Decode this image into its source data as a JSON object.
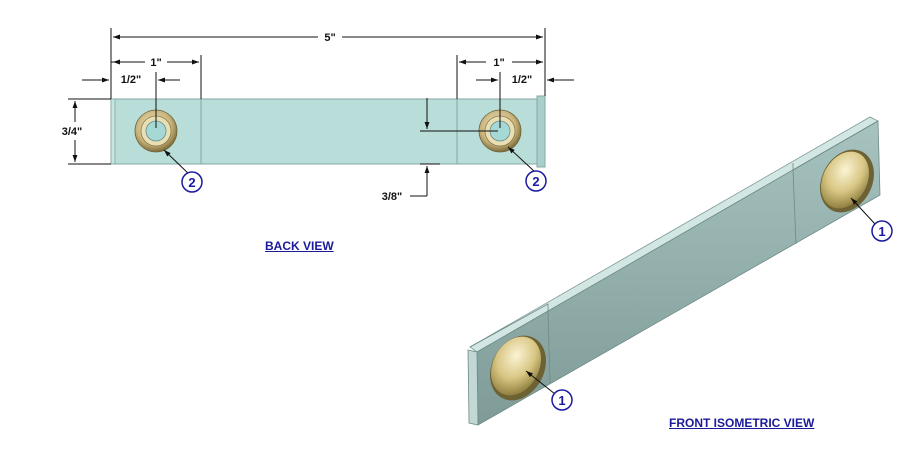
{
  "views": {
    "back": {
      "title": "BACK VIEW"
    },
    "front_iso": {
      "title": "FRONT ISOMETRIC VIEW"
    }
  },
  "dimensions": {
    "overall_length": "5\"",
    "left_hole_span": "1\"",
    "left_hole_offset": "1/2\"",
    "right_hole_span": "1\"",
    "right_hole_offset": "1/2\"",
    "height": "3/4\"",
    "hole_center_height": "3/8\""
  },
  "balloons": {
    "back_left": "2",
    "back_right": "2",
    "iso_right": "1",
    "iso_left": "1"
  },
  "colors": {
    "strap_fill": "#b8dcd8",
    "strap_edge": "#7a9a98",
    "iso_face": "#8eaaa6",
    "iso_top": "#c9dedb",
    "button_gold": "#d9c98a",
    "balloon": "#1a1aa0",
    "dim_line": "#111111"
  }
}
